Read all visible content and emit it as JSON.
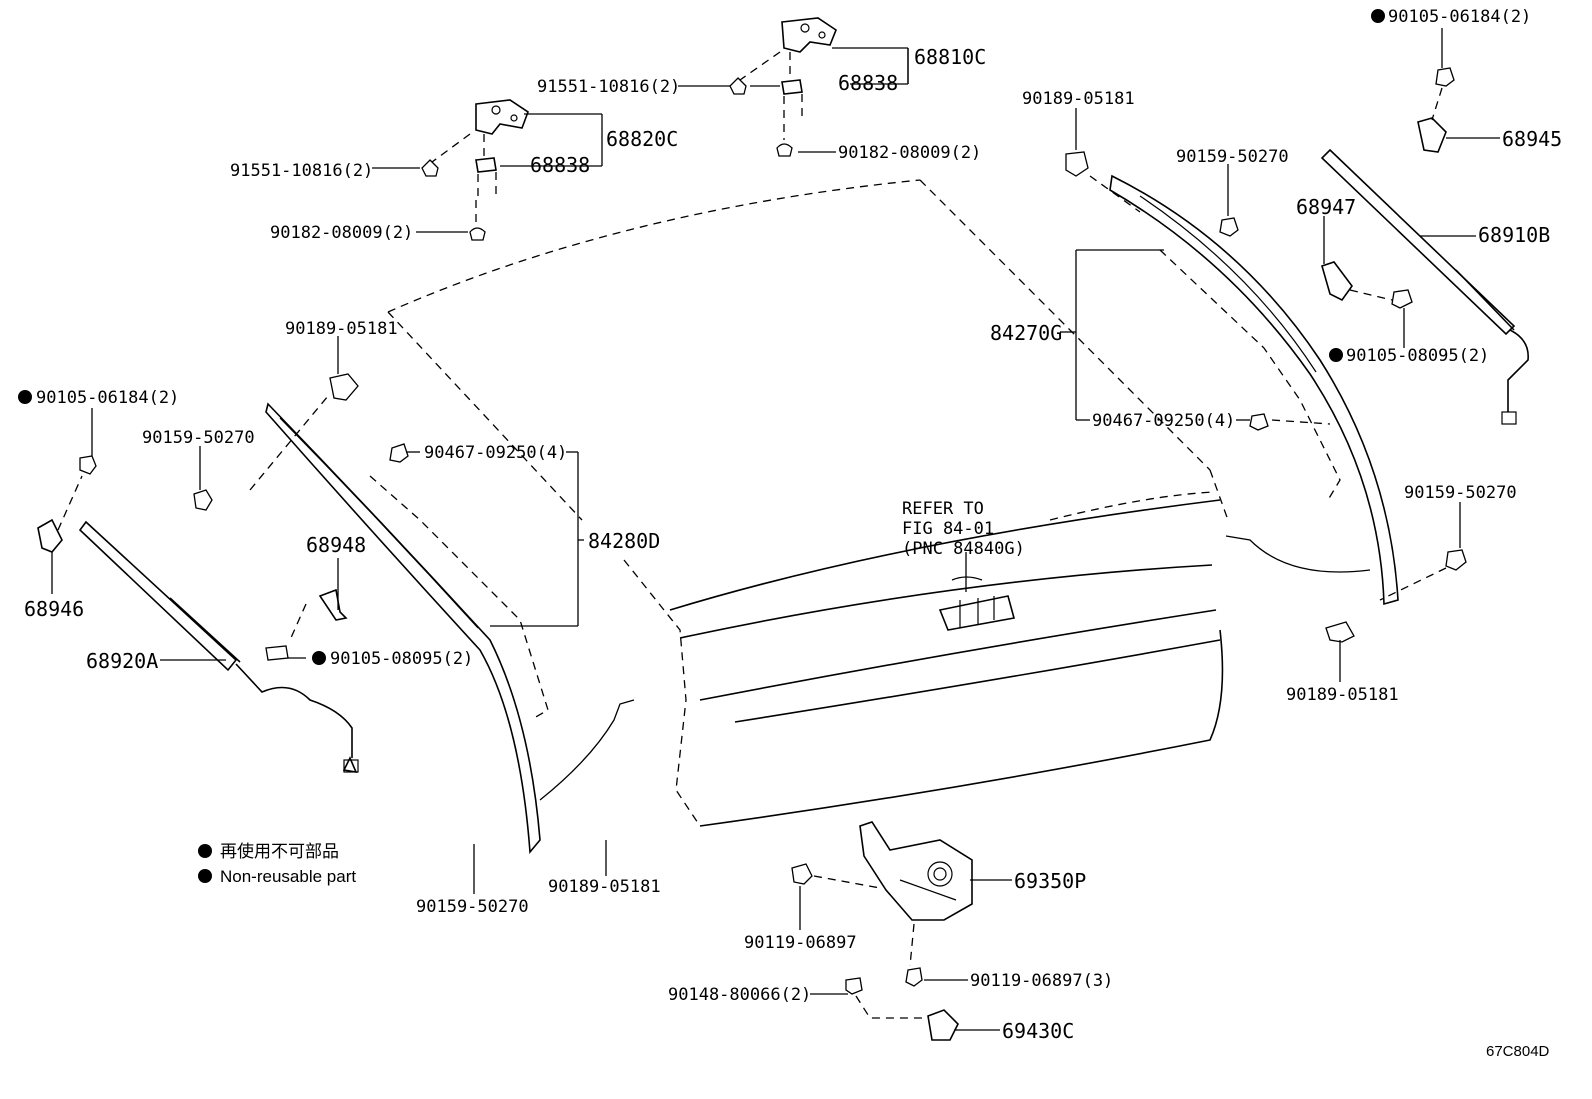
{
  "labels": {
    "p90105_06184_tr": "90105-06184(2)",
    "p68810C": "68810C",
    "p91551_10816_a": "91551-10816(2)",
    "p68838_a": "68838",
    "p68945": "68945",
    "p90189_05181_tr": "90189-05181",
    "p68820C": "68820C",
    "p91551_10816_b": "91551-10816(2)",
    "p68838_b": "68838",
    "p90182_08009_a": "90182-08009(2)",
    "p90159_50270_tr": "90159-50270",
    "p68947": "68947",
    "p68910B": "68910B",
    "p90182_08009_b": "90182-08009(2)",
    "p84270G": "84270G",
    "p90105_08095_r": "90105-08095(2)",
    "p90189_05181_l": "90189-05181",
    "p90105_06184_l": "90105-06184(2)",
    "p90159_50270_l": "90159-50270",
    "p90467_09250_l": "90467-09250(4)",
    "p90467_09250_r": "90467-09250(4)",
    "p84280D": "84280D",
    "p68948": "68948",
    "p68946": "68946",
    "p90105_08095_l": "90105-08095(2)",
    "p68920A": "68920A",
    "p90159_50270_r": "90159-50270",
    "p90189_05181_br": "90189-05181",
    "refer1": "REFER TO",
    "refer2": "FIG 84-01",
    "refer3": "(PNC 84840G)",
    "p90159_50270_b": "90159-50270",
    "p90189_05181_b": "90189-05181",
    "p69350P": "69350P",
    "p90119_06897": "90119-06897",
    "p90119_06897_3": "90119-06897(3)",
    "p90148_80066": "90148-80066(2)",
    "p69430C": "69430C"
  },
  "legend": {
    "line1": "再使用不可部品",
    "line2": "Non-reusable part"
  },
  "diagram_id": "67C804D"
}
